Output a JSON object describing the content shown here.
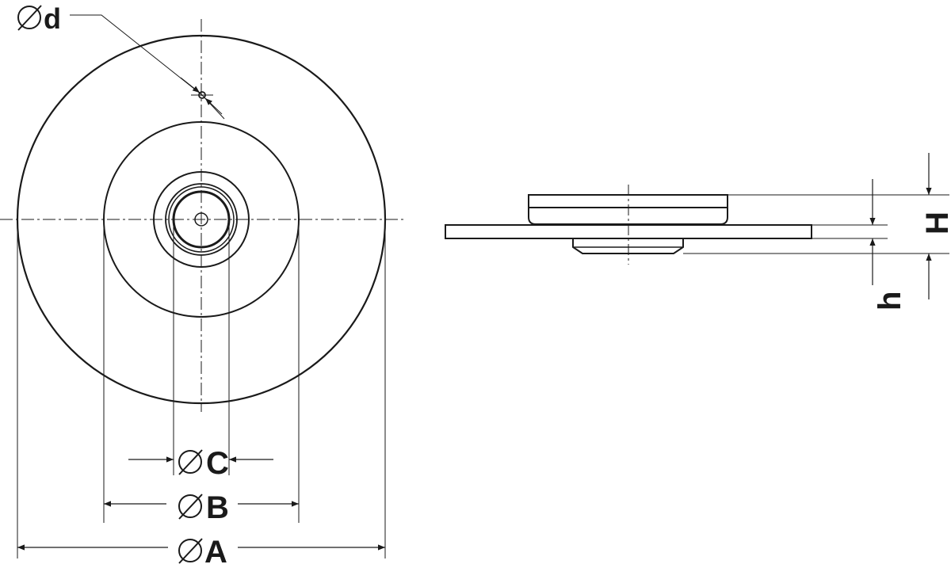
{
  "labels": {
    "d": "d",
    "C": "C",
    "B": "B",
    "A": "A",
    "H": "H",
    "h": "h"
  },
  "colors": {
    "ink": "#1a1a1a",
    "background": "#ffffff"
  }
}
